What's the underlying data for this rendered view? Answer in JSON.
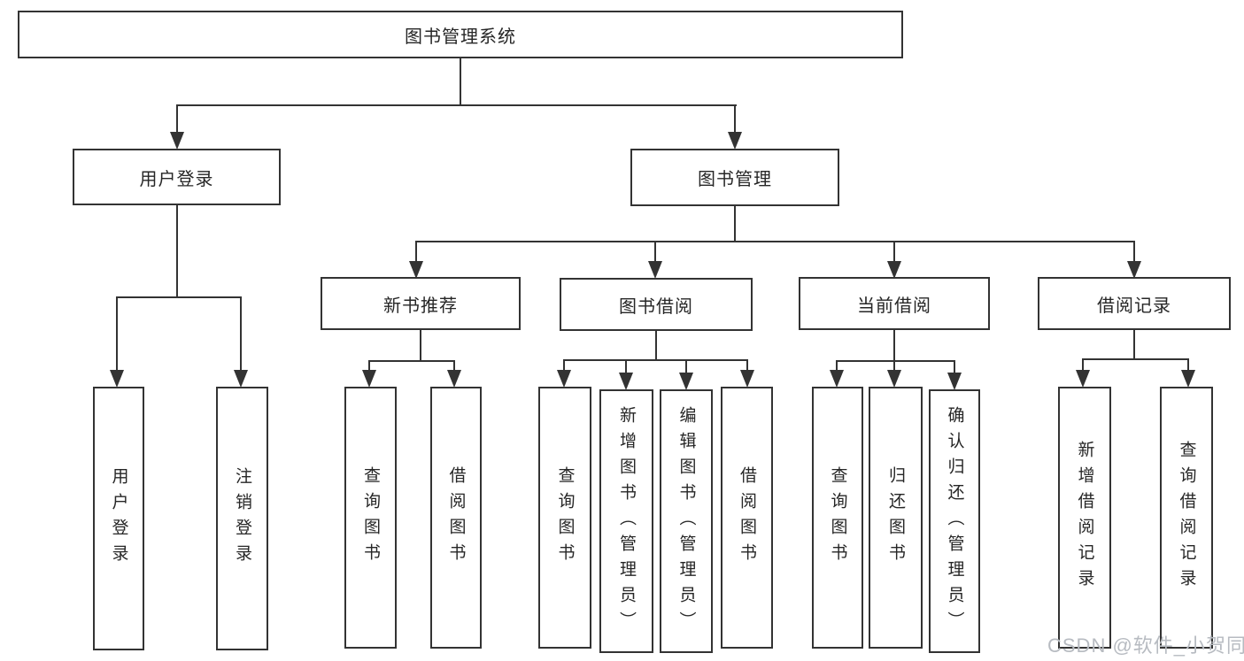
{
  "diagram": {
    "root": {
      "label": "图书管理系统"
    },
    "level2": {
      "user_login": "用户登录",
      "book_mgmt": "图书管理"
    },
    "level3": {
      "new_books": "新书推荐",
      "borrowing": "图书借阅",
      "current": "当前借阅",
      "records": "借阅记录"
    },
    "leaves": {
      "user_login": [
        "用户登录",
        "注销登录"
      ],
      "new_books": [
        "查询图书",
        "借阅图书"
      ],
      "borrowing": [
        "查询图书",
        "新增图书（管理员）",
        "编辑图书（管理员）",
        "借阅图书"
      ],
      "current": [
        "查询图书",
        "归还图书",
        "确认归还（管理员）"
      ],
      "records": [
        "新增借阅记录",
        "查询借阅记录"
      ]
    }
  },
  "watermark": {
    "text": "CSDN @软件_小贺同学"
  },
  "colors": {
    "line": "#333333",
    "text": "#262626",
    "watermark": "#b7bbc1",
    "background": "#ffffff"
  }
}
